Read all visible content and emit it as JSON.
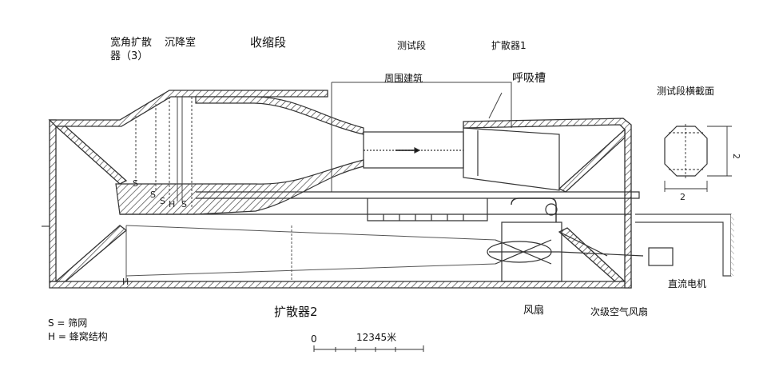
{
  "labels": {
    "wide_angle_diffuser": "宽角扩散",
    "wide_angle_diffuser_2": "器（3）",
    "settling_chamber": "沉降室",
    "contraction": "收缩段",
    "test_section": "测试段",
    "diffuser_1": "扩散器1",
    "surrounding_building": "周围建筑",
    "breather_slot": "呼吸槽",
    "cross_section_title": "测试段横截面",
    "cross_section_width": "2",
    "cross_section_height": "2",
    "screen_marks": [
      "S",
      "S",
      "S",
      "H",
      "S"
    ],
    "honeycomb_mark": "H",
    "diffuser_2": "扩散器2",
    "fan": "风扇",
    "secondary_fan": "次级空气风扇",
    "dc_motor": "直流电机"
  },
  "legend": {
    "screen": "S = 筛网",
    "honeycomb": "H = 蜂窝结构"
  },
  "scale": {
    "zero": "0",
    "ticks": "12345米"
  }
}
